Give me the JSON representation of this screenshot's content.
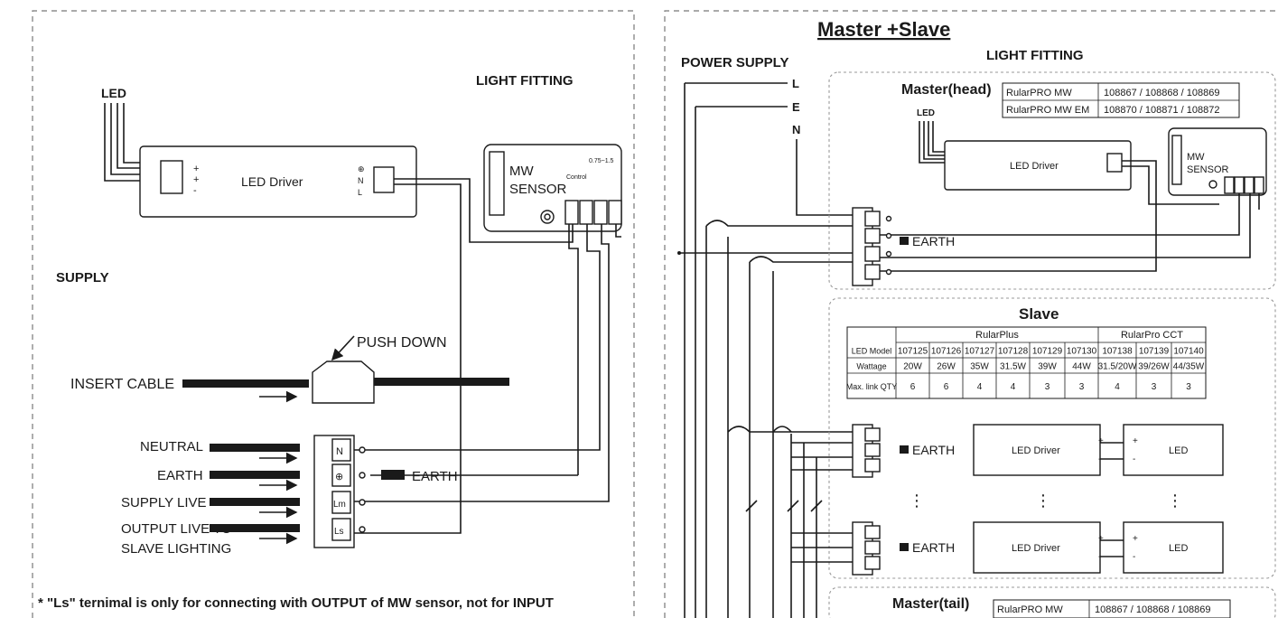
{
  "left": {
    "led_label": "LED",
    "driver_label": "LED Driver",
    "light_fitting": "LIGHT FITTING",
    "sensor_line1": "MW",
    "sensor_line2": "SENSOR",
    "sensor_control": "Control",
    "sensor_range": "0.75~1.5",
    "supply": "SUPPLY",
    "push_down": "PUSH DOWN",
    "insert_cable": "INSERT CABLE",
    "neutral": "NEUTRAL",
    "earth_wire": "EARTH",
    "supply_live": "SUPPLY LIVE",
    "output_live": "OUTPUT LIVE TO",
    "slave_lighting": "SLAVE LIGHTING",
    "earth_tag": "EARTH",
    "footnote": "* \"Ls\" ternimal is only for connecting with OUTPUT of MW sensor, not for INPUT"
  },
  "right": {
    "title": "Master +Slave",
    "power_supply": "POWER SUPPLY",
    "light_fitting": "LIGHT FITTING",
    "L": "L",
    "E": "E",
    "N": "N",
    "master_head": "Master(head)",
    "master_tail": "Master(tail)",
    "master_table": [
      [
        "RularPRO MW",
        "108867 / 108868 / 108869"
      ],
      [
        "RularPRO MW EM",
        "108870 / 108871 / 108872"
      ]
    ],
    "tail_table": [
      [
        "RularPRO MW",
        "108867 / 108868 / 108869"
      ]
    ],
    "led_label": "LED",
    "driver_label": "LED Driver",
    "sensor_line1": "MW",
    "sensor_line2": "SENSOR",
    "earth": "EARTH",
    "slave_title": "Slave",
    "slave_groups": [
      "RularPlus",
      "RularPro CCT"
    ],
    "slave_rows": [
      [
        "LED Model",
        "107125",
        "107126",
        "107127",
        "107128",
        "107129",
        "107130",
        "107138",
        "107139",
        "107140"
      ],
      [
        "Wattage",
        "20W",
        "26W",
        "35W",
        "31.5W",
        "39W",
        "44W",
        "31.5/20W",
        "39/26W",
        "44/35W"
      ],
      [
        "Max. link QTY",
        "6",
        "6",
        "4",
        "4",
        "3",
        "3",
        "4",
        "3",
        "3"
      ]
    ],
    "led_box": "LED"
  }
}
